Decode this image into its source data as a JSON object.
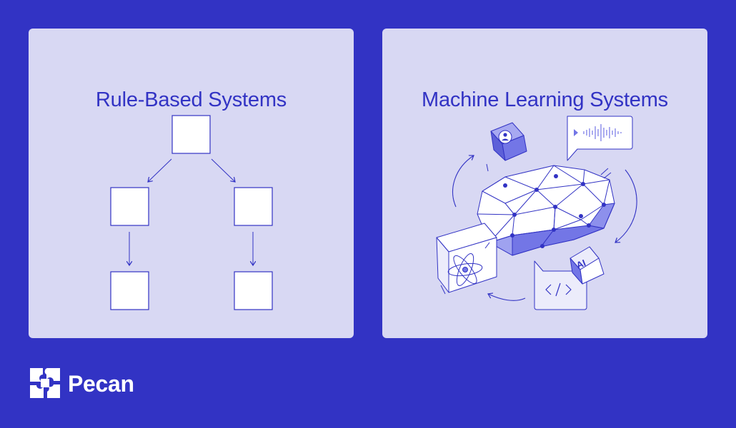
{
  "colors": {
    "background": "#3233c4",
    "panel": "#d8d8f3",
    "accent": "#3233c4",
    "accent_light": "#7376e6",
    "box_fill": "#ffffff",
    "text_light": "#ffffff"
  },
  "left_panel": {
    "title": "Rule-Based Systems",
    "diagram": "decision-tree",
    "nodes": [
      "root",
      "left-branch",
      "right-branch",
      "left-leaf",
      "right-leaf"
    ],
    "edges": [
      [
        "root",
        "left-branch"
      ],
      [
        "root",
        "right-branch"
      ],
      [
        "left-branch",
        "left-leaf"
      ],
      [
        "right-branch",
        "right-leaf"
      ]
    ]
  },
  "right_panel": {
    "title": "Machine Learning Systems",
    "illustration_icons": [
      "low-poly-brain-icon",
      "user-cube-icon",
      "audio-wave-chat-icon",
      "atom-cube-icon",
      "code-chat-icon",
      "ai-cube-icon",
      "cycle-arrow-icon"
    ],
    "ai_badge_text": "AI"
  },
  "brand": {
    "name": "Pecan",
    "logo_icon": "pecan-logo-icon"
  }
}
